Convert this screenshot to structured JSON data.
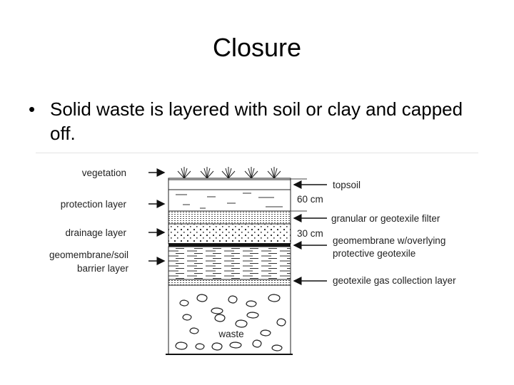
{
  "slide": {
    "title": "Closure",
    "bullet": "Solid waste is layered with soil or clay and capped off."
  },
  "diagram": {
    "left_labels": [
      "vegetation",
      "protection layer",
      "drainage layer",
      "geomembrane/soil",
      "barrier layer"
    ],
    "right_labels": [
      "topsoil",
      "60 cm",
      "granular or geotexile filter",
      "30 cm",
      "geomembrane w/overlying",
      "protective geotexile",
      "geotexile gas collection layer"
    ],
    "waste_label": "waste"
  }
}
